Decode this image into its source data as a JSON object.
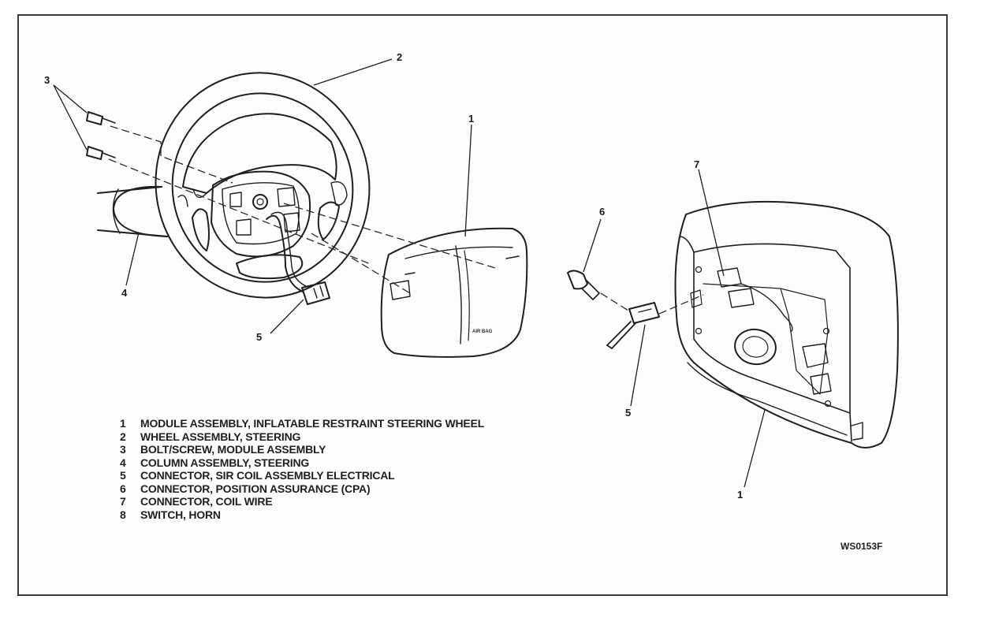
{
  "callouts": {
    "c1_module_front": "1",
    "c2_wheel": "2",
    "c3_bolt": "3",
    "c4_column": "4",
    "c5_connector_left": "5",
    "c6_cpa": "6",
    "c7_coil_wire": "7",
    "c5_connector_right": "5",
    "c1_module_back": "1"
  },
  "module_marks": {
    "airbag_text": "AIR BAG"
  },
  "legend": [
    {
      "num": "1",
      "text": "MODULE ASSEMBLY, INFLATABLE RESTRAINT STEERING WHEEL"
    },
    {
      "num": "2",
      "text": "WHEEL ASSEMBLY, STEERING"
    },
    {
      "num": "3",
      "text": "BOLT/SCREW, MODULE ASSEMBLY"
    },
    {
      "num": "4",
      "text": "COLUMN ASSEMBLY, STEERING"
    },
    {
      "num": "5",
      "text": "CONNECTOR, SIR COIL ASSEMBLY ELECTRICAL"
    },
    {
      "num": "6",
      "text": "CONNECTOR, POSITION ASSURANCE (CPA)"
    },
    {
      "num": "7",
      "text": "CONNECTOR, COIL WIRE"
    },
    {
      "num": "8",
      "text": "SWITCH, HORN"
    }
  ],
  "figure_code": "WS0153F"
}
